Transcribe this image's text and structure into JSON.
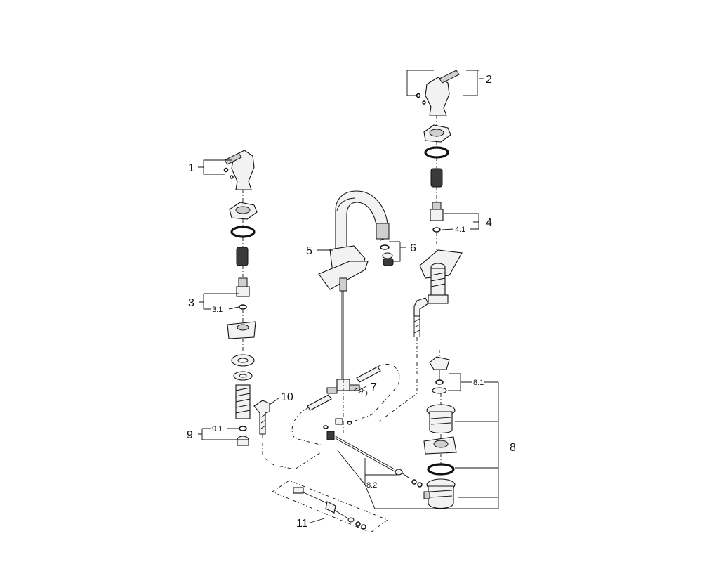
{
  "callouts": {
    "c1": "1",
    "c2": "2",
    "c3": "3",
    "c3_1": "3.1",
    "c4": "4",
    "c4_1": "4.1",
    "c5": "5",
    "c6": "6",
    "c7": "7",
    "c8": "8",
    "c8_1": "8.1",
    "c8_2": "8.2",
    "c9": "9",
    "c9_1": "9.1",
    "c10": "10",
    "c11": "11"
  }
}
